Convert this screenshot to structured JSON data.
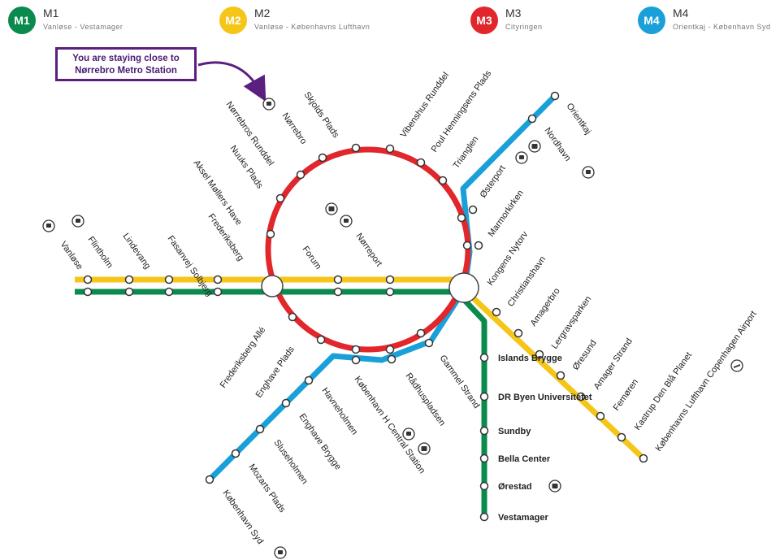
{
  "legend": [
    {
      "code": "M1",
      "name": "M1",
      "route": "Vanløse - Vestamager",
      "color": "#0a8a4c"
    },
    {
      "code": "M2",
      "name": "M2",
      "route": "Vanløse - Københavns Lufthavn",
      "color": "#f5c518"
    },
    {
      "code": "M3",
      "name": "M3",
      "route": "Cityringen",
      "color": "#e1262c"
    },
    {
      "code": "M4",
      "name": "M4",
      "route": "Orientkaj - København Syd",
      "color": "#1aa0d8"
    }
  ],
  "callout": {
    "line1": "You are staying close to",
    "line2": "Nørrebro Metro Station"
  },
  "colors": {
    "m1": "#0a8a4c",
    "m2": "#f5c518",
    "m3": "#e1262c",
    "m4": "#1aa0d8",
    "callout": "#5b1f7f"
  },
  "stations": {
    "west": [
      "Vanløse",
      "Flintholm",
      "Lindevang",
      "Fasanvej Solbjerg",
      "Frederiksberg"
    ],
    "ring": [
      "Aksel Møllers Have",
      "Nuuks Plads",
      "Nørrebros Runddel",
      "Nørrebro",
      "Skjolds Plads",
      "Vibenshus Runddel",
      "Poul Henningsens Plads",
      "Trianglen",
      "Østerport",
      "Marmorkirken",
      "Kongens Nytorv",
      "Gammel Strand",
      "Rådhuspladsen",
      "København H Central Station",
      "Frederiksberg Allé",
      "Forum",
      "Nørreport"
    ],
    "m4": [
      "Orientkaj",
      "Nordhavn",
      "Enghave Plads",
      "Havneholmen",
      "Enghave Brygge",
      "Sluseholmen",
      "Mozarts Plads",
      "København Syd"
    ],
    "m2_south": [
      "Christianshavn",
      "Amagerbro",
      "Lergravsparken",
      "Øresund",
      "Amager Strand",
      "Femøren",
      "Kastrup Den Blå Planet",
      "Københavns Lufthavn Copenhagen Airport"
    ],
    "m1_south": [
      "Islands Brygge",
      "DR Byen Universitetet",
      "Sundby",
      "Bella Center",
      "Ørestad",
      "Vestamager"
    ]
  },
  "icons": [
    "train-icon",
    "bus-icon",
    "airport-icon"
  ]
}
